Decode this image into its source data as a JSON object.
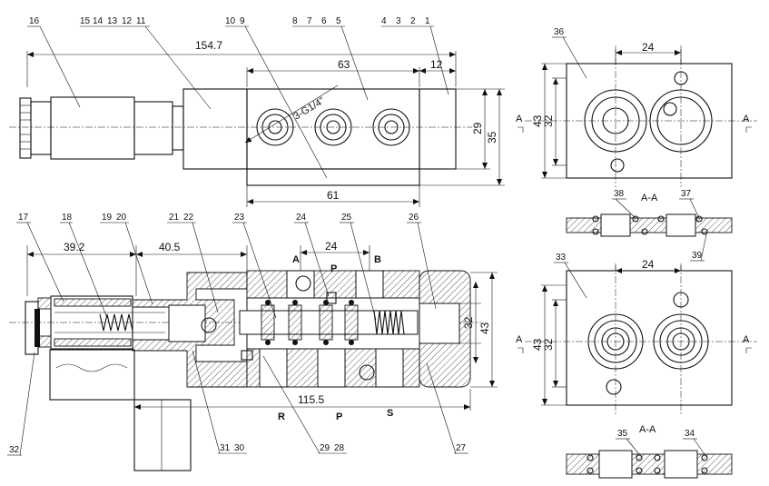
{
  "callouts": {
    "top": [
      "16",
      "15",
      "14",
      "13",
      "12",
      "11",
      "10",
      "9",
      "8",
      "7",
      "6",
      "5",
      "4",
      "3",
      "2",
      "1"
    ],
    "middle": [
      "17",
      "18",
      "19",
      "20",
      "21",
      "22",
      "23",
      "24",
      "25",
      "26"
    ],
    "bottom": [
      "32",
      "31",
      "30",
      "29",
      "28",
      "27"
    ],
    "right": [
      "36",
      "38",
      "37",
      "39",
      "33",
      "35",
      "34"
    ]
  },
  "dimensions": {
    "overall_length": "154.7",
    "body_top_length": "63",
    "end_length": "12",
    "thread_label": "3-G1/4\"",
    "height_29": "29",
    "height_35": "35",
    "base_length": "61",
    "coil_length": "39.2",
    "actuator_length": "40.5",
    "port_spacing_front": "24",
    "section_height_32": "32",
    "section_height_43": "43",
    "section_total_length": "115.5",
    "plate_spacing_top": "24",
    "plate_height_43_top": "43",
    "plate_height_32_top": "32",
    "plate_spacing_bottom": "24",
    "plate_height_43_bottom": "43",
    "plate_height_32_bottom": "32"
  },
  "ports": {
    "a": "A",
    "b": "B",
    "p": "P",
    "r": "R",
    "s": "S"
  },
  "section_labels": {
    "aa_top": "A-A",
    "aa_bottom": "A-A",
    "cut_mark": "A"
  }
}
